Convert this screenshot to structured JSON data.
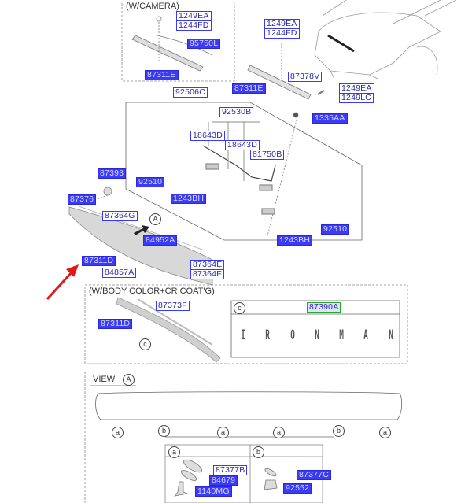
{
  "diagram": {
    "captions": {
      "camera_section": "(W/CAMERA)",
      "body_color_section": "(W/BODY COLOR+CR COAT'G)",
      "view_title": "VIEW",
      "view_ref": "A",
      "ref_a_arrow": "A"
    },
    "camera_section_labels": [
      "1249EA",
      "1244FD",
      "95750L",
      "87311E"
    ],
    "main_labels": {
      "top_right_bolt_1": "1249EA",
      "top_right_bolt_2": "1244FD",
      "garnish_upper": "87311E",
      "cap": "87378V",
      "screw_1": "1249EA",
      "screw_2": "1249LC",
      "nut": "1335AA",
      "wiring_assy": "92506C",
      "harness": "92530B",
      "connector_1": "18643D",
      "connector_2": "18643D",
      "camera": "81750B",
      "lamp_left": "92510",
      "bolt_left": "1243BH",
      "lamp_right": "92510",
      "bolt_right": "1243BH",
      "clip_top": "87393",
      "pad": "87376",
      "seal": "87364G",
      "switch": "84952A",
      "garnish_highlighted": "87311D",
      "handle_switch": "84857A",
      "tape_1": "87364E",
      "tape_2": "87364F"
    },
    "body_color_labels": {
      "molding": "87373F",
      "garnish": "87311D",
      "emblem_ref": "c",
      "emblem_part": "87390A",
      "emblem_letters": [
        "I",
        "R",
        "O",
        "N",
        "M",
        "A",
        "N"
      ]
    },
    "view_callouts": [
      "a",
      "b",
      "a",
      "a",
      "b",
      "a"
    ],
    "detail_a": {
      "ref": "a",
      "labels": [
        "87377B",
        "84679",
        "1140MG"
      ]
    },
    "detail_b": {
      "ref": "b",
      "labels": [
        "87377C",
        "92552"
      ]
    },
    "colors": {
      "label_border": "#3a3af0",
      "label_text": "#2a2aa8",
      "highlight_fill": "#3b3bf5",
      "emblem_border": "#27a827",
      "pointer_arrow": "#e01818",
      "line": "#555555"
    }
  }
}
